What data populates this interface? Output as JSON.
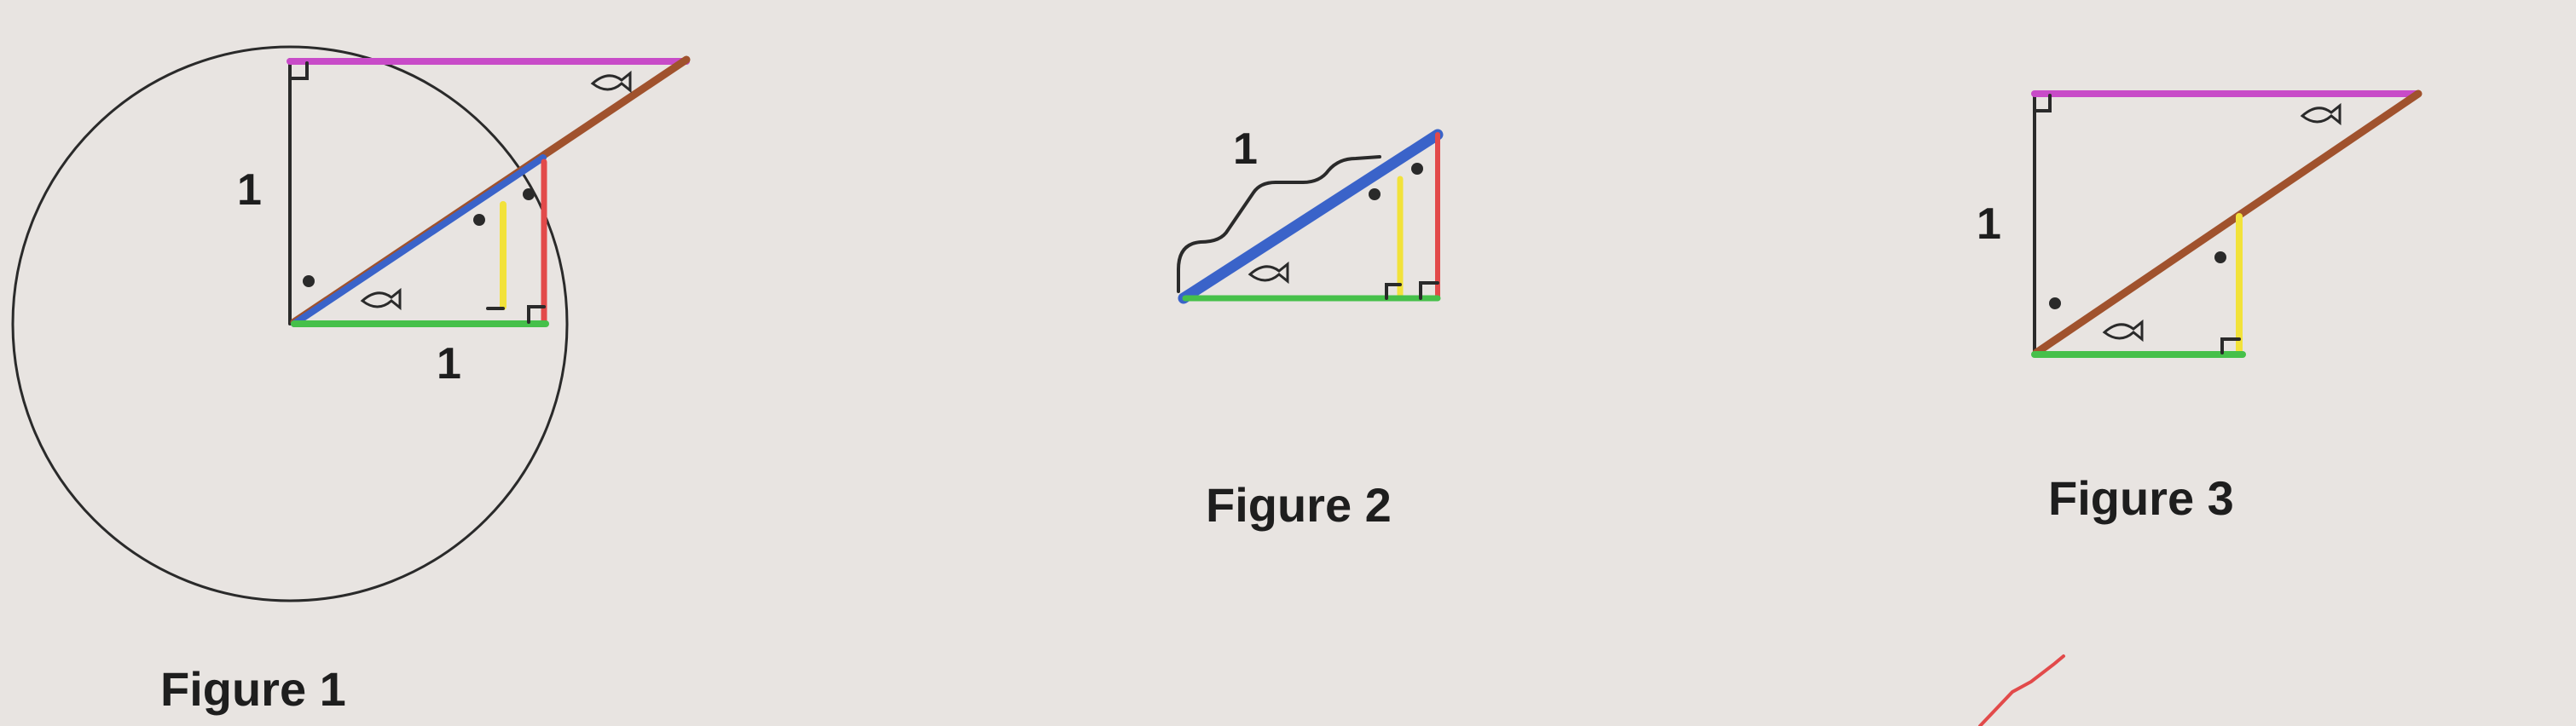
{
  "colors": {
    "background": "#e8e4e1",
    "outline": "#2a2a2a",
    "magenta": "#c84bc8",
    "brown": "#a0522d",
    "blue": "#3a63c9",
    "red": "#e24a4a",
    "yellow": "#f2e23a",
    "green": "#46c04a"
  },
  "figure1": {
    "caption": "Figure 1",
    "vertical_label": "1",
    "horizontal_label": "1"
  },
  "figure2": {
    "caption": "Figure 2",
    "hypotenuse_label": "1"
  },
  "figure3": {
    "caption": "Figure 3",
    "vertical_label": "1"
  }
}
